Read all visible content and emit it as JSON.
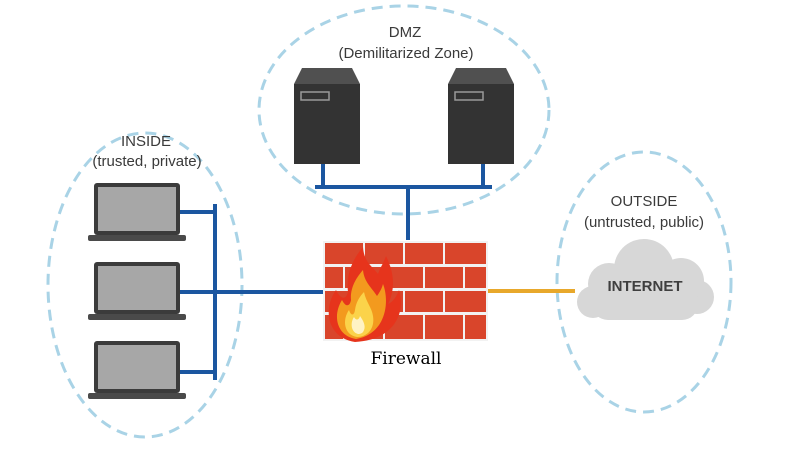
{
  "zones": {
    "dmz": {
      "title": "DMZ",
      "subtitle": "(Demilitarized Zone)"
    },
    "inside": {
      "title": "INSIDE",
      "subtitle": "(trusted, private)"
    },
    "outside": {
      "title": "OUTSIDE",
      "subtitle": "(untrusted, public)"
    }
  },
  "firewall": {
    "label": "Firewall"
  },
  "internet": {
    "label": "INTERNET"
  },
  "colors": {
    "zone_border": "#a9d3e6",
    "link_internal": "#1b56a0",
    "link_external": "#e8a82b",
    "brick": "#d9452b",
    "mortar": "#f2f2f2",
    "server": "#333333",
    "laptop_screen": "#a7a7a7",
    "cloud": "#d7d7d7"
  },
  "icons": {
    "server": "server-icon",
    "laptop": "laptop-icon",
    "cloud": "cloud-icon",
    "flame": "flame-icon",
    "firewall": "brick-wall-icon"
  }
}
